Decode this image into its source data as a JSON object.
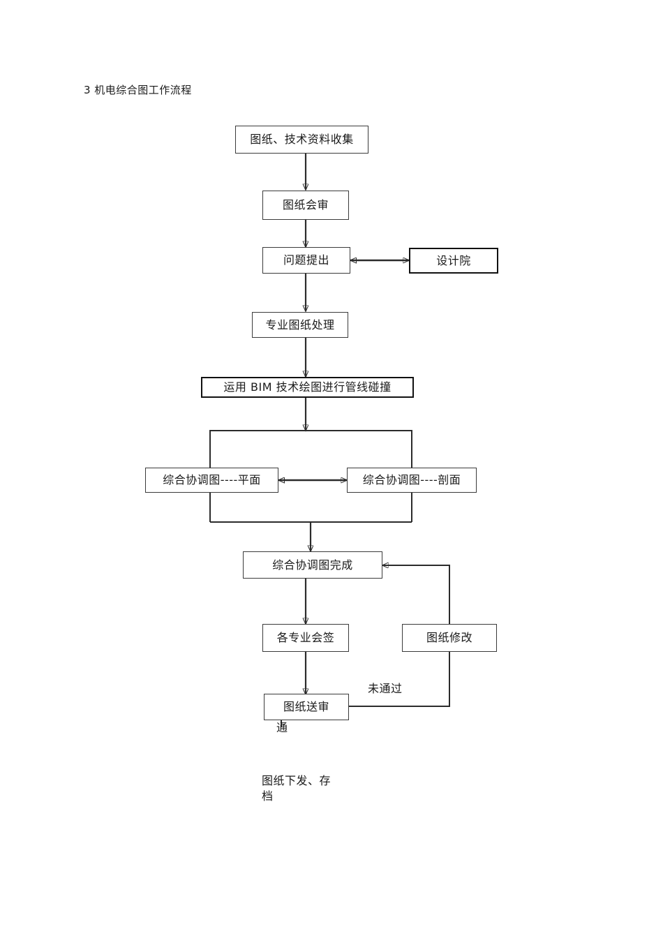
{
  "document": {
    "title": "3 机电综合图工作流程"
  },
  "flowchart": {
    "type": "flowchart",
    "orientation": "top-to-bottom",
    "nodes": [
      {
        "id": "collect",
        "label": "图纸、技术资料收集",
        "style": "normal"
      },
      {
        "id": "review",
        "label": "图纸会审",
        "style": "normal"
      },
      {
        "id": "issue",
        "label": "问题提出",
        "style": "normal"
      },
      {
        "id": "design",
        "label": "设计院",
        "style": "thick"
      },
      {
        "id": "process",
        "label": "专业图纸处理",
        "style": "normal"
      },
      {
        "id": "bim",
        "label": "运用 BIM 技术绘图进行管线碰撞",
        "style": "thick"
      },
      {
        "id": "plan",
        "label": "综合协调图----平面",
        "style": "normal"
      },
      {
        "id": "section",
        "label": "综合协调图----剖面",
        "style": "normal"
      },
      {
        "id": "done",
        "label": "综合协调图完成",
        "style": "normal"
      },
      {
        "id": "signoff",
        "label": "各专业会签",
        "style": "normal"
      },
      {
        "id": "modify",
        "label": "图纸修改",
        "style": "normal"
      },
      {
        "id": "submit",
        "label": "图纸送审",
        "style": "normal"
      }
    ],
    "plain_labels": [
      {
        "id": "release",
        "label": "图纸下发、存档"
      }
    ],
    "edge_labels": [
      {
        "id": "pass",
        "label": "通"
      },
      {
        "id": "not-pass",
        "label": "未通过"
      }
    ],
    "edges": [
      {
        "from": "collect",
        "to": "review",
        "kind": "arrow"
      },
      {
        "from": "review",
        "to": "issue",
        "kind": "arrow"
      },
      {
        "from": "issue",
        "to": "design",
        "kind": "double-arrow"
      },
      {
        "from": "issue",
        "to": "process",
        "kind": "arrow"
      },
      {
        "from": "process",
        "to": "bim",
        "kind": "arrow"
      },
      {
        "from": "bim",
        "to": "group",
        "kind": "arrow"
      },
      {
        "from": "plan",
        "to": "section",
        "kind": "double-arrow"
      },
      {
        "from": "group",
        "to": "done",
        "kind": "arrow"
      },
      {
        "from": "done",
        "to": "signoff",
        "kind": "arrow"
      },
      {
        "from": "signoff",
        "to": "submit",
        "kind": "arrow"
      },
      {
        "from": "submit",
        "to": "modify",
        "kind": "line",
        "label": "未通过"
      },
      {
        "from": "modify",
        "to": "done",
        "kind": "arrow"
      },
      {
        "from": "submit",
        "to": "release",
        "kind": "line",
        "label": "通"
      }
    ]
  },
  "colors": {
    "page_background": "#ffffff",
    "box_border": "#3a3a3a",
    "thick_border": "#111111",
    "connector": "#2b2b2b",
    "text": "#1a1a1a"
  }
}
